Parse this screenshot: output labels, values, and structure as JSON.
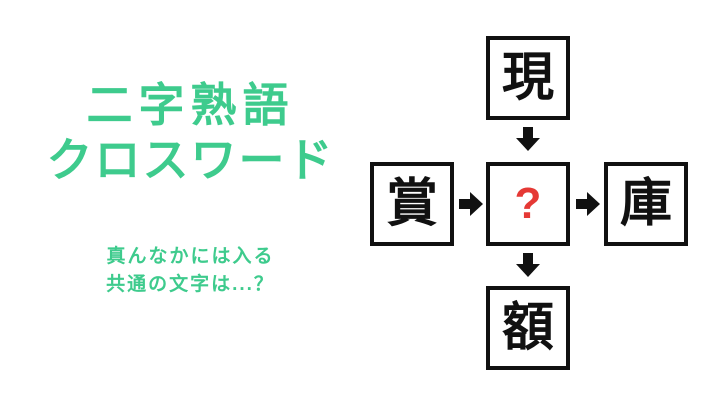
{
  "title": {
    "line1": "二字熟語",
    "line2": "クロスワード"
  },
  "subtitle": {
    "line1": "真んなかには入る",
    "line2": "共通の文字は...？"
  },
  "puzzle": {
    "top": "現",
    "left": "賞",
    "center": "?",
    "right": "庫",
    "bottom": "額"
  },
  "colors": {
    "accent_green": "#3ecb8d",
    "question_red": "#e53935",
    "box_border": "#111111",
    "background": "#ffffff"
  }
}
